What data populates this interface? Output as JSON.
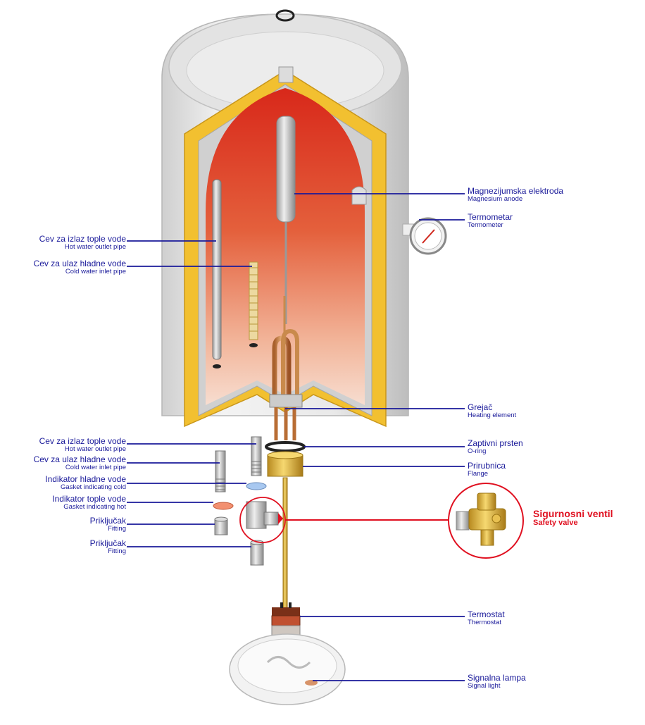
{
  "labels": {
    "hot_outlet_top": {
      "main": "Cev za izlaz tople vode",
      "sub": "Hot water outlet pipe"
    },
    "cold_inlet_top": {
      "main": "Cev za ulaz hladne vode",
      "sub": "Cold water inlet pipe"
    },
    "anode": {
      "main": "Magnezijumska elektroda",
      "sub": "Magnesium anode"
    },
    "thermometer": {
      "main": "Termometar",
      "sub": "Termometer"
    },
    "heater": {
      "main": "Grejač",
      "sub": "Heating element"
    },
    "oring": {
      "main": "Zaptivni prsten",
      "sub": "O-ring"
    },
    "flange": {
      "main": "Prirubnica",
      "sub": "Flange"
    },
    "hot_outlet_bottom": {
      "main": "Cev za izlaz tople vode",
      "sub": "Hot water outlet pipe"
    },
    "cold_inlet_bottom": {
      "main": "Cev za ulaz hladne vode",
      "sub": "Cold water inlet pipe"
    },
    "gasket_cold": {
      "main": "Indikator hladne vode",
      "sub": "Gasket indicating cold"
    },
    "gasket_hot": {
      "main": "Indikator tople vode",
      "sub": "Gasket indicating hot"
    },
    "fitting_1": {
      "main": "Priključak",
      "sub": "Fitting"
    },
    "fitting_2": {
      "main": "Priključak",
      "sub": "Fitting"
    },
    "safety_valve": {
      "main": "Sigurnosni ventil",
      "sub": "Safety valve"
    },
    "thermostat": {
      "main": "Termostat",
      "sub": "Thermostat"
    },
    "signal_light": {
      "main": "Signalna lampa",
      "sub": "Signal light"
    }
  },
  "colors": {
    "leader": "#1a1a9a",
    "accent_red": "#e01020",
    "water_hot": "#e0301a",
    "insulation": "#f2c030",
    "shell": "#e6e6e6"
  }
}
